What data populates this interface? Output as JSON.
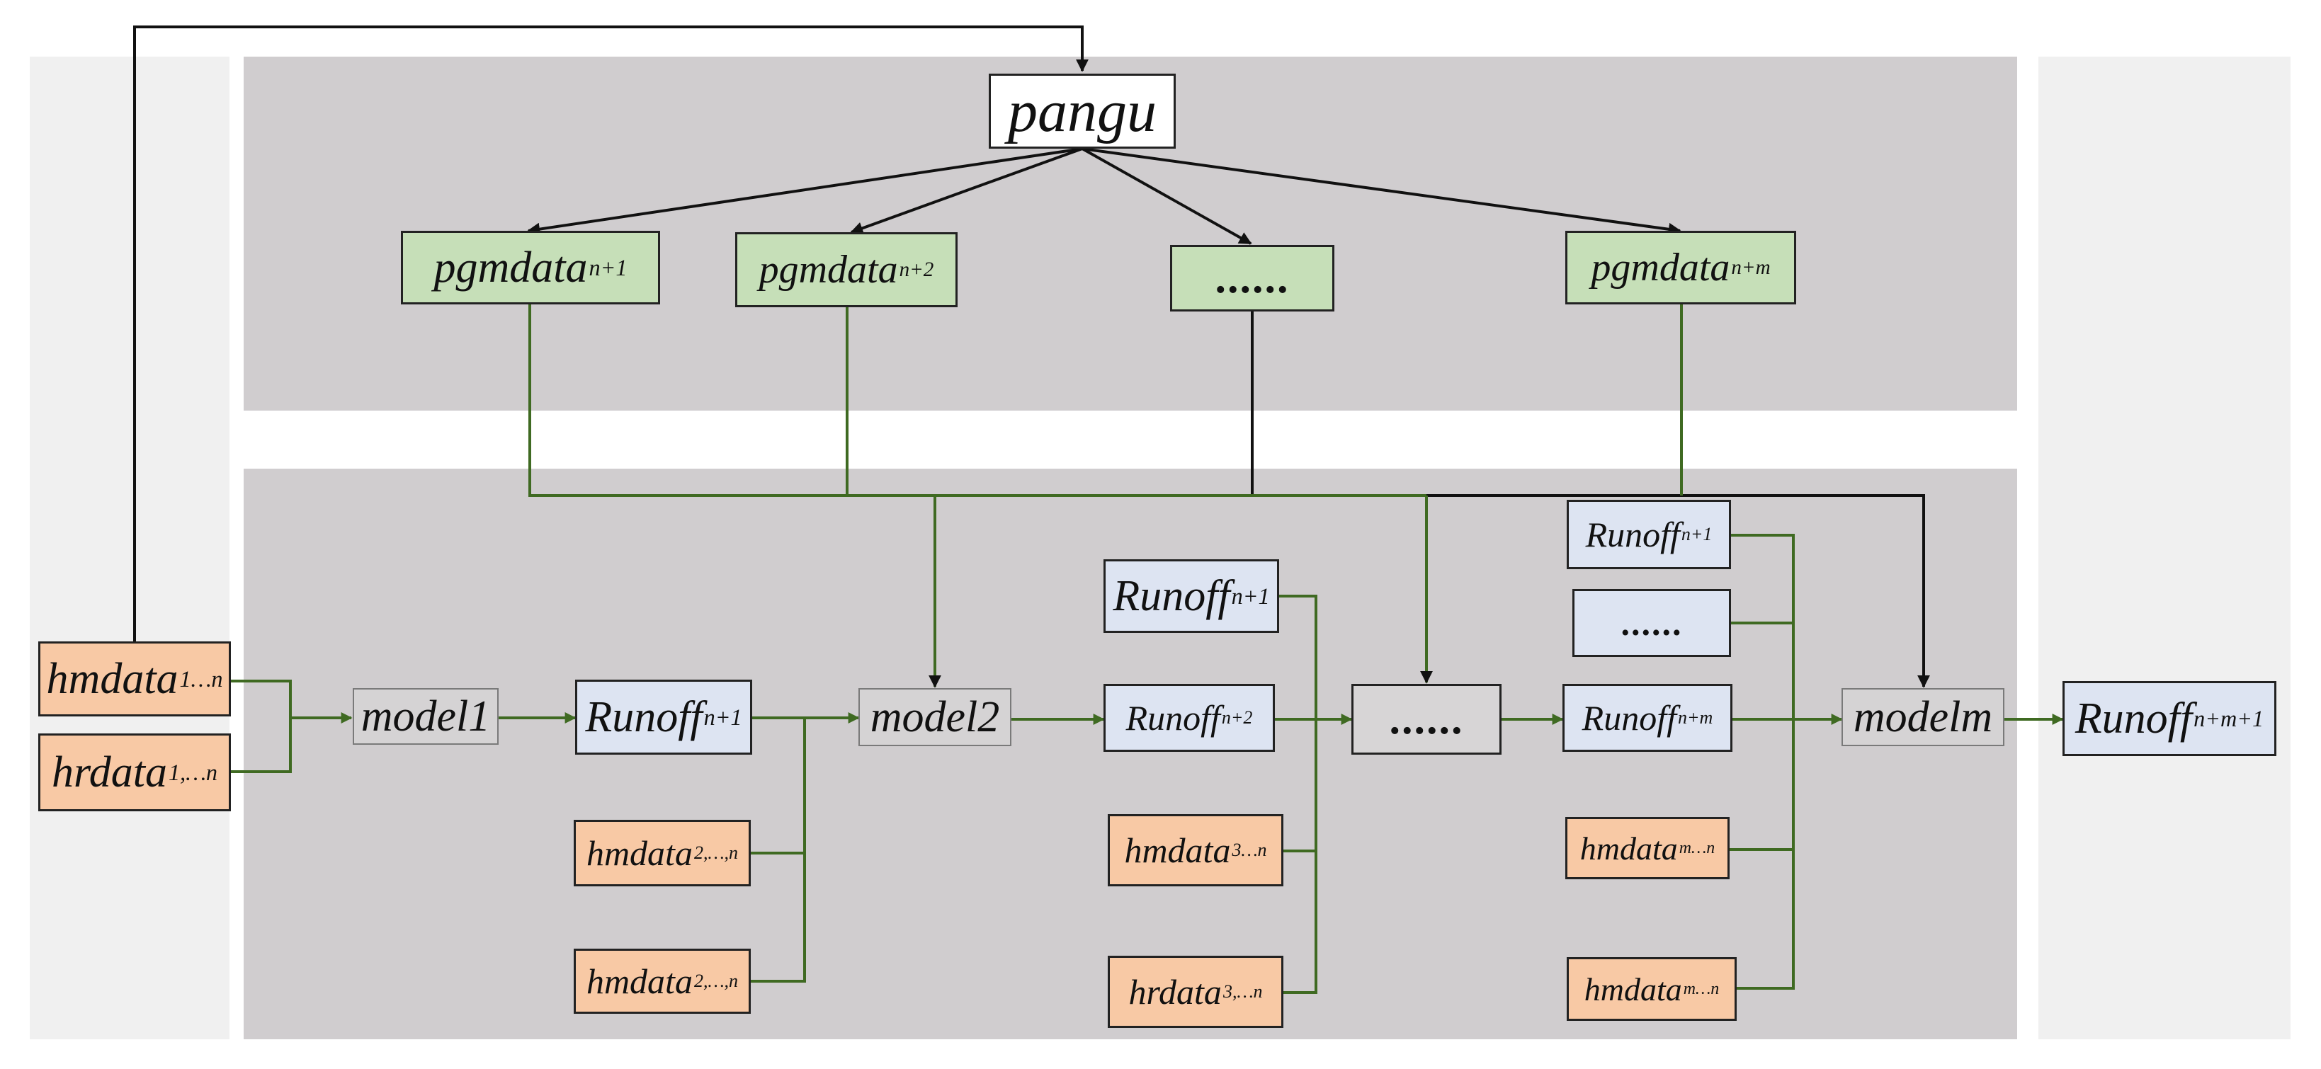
{
  "nodes": {
    "pangu": "pangu",
    "pgm1_main": "pgmdata",
    "pgm1_sub": "n+1",
    "pgm2_main": "pgmdata",
    "pgm2_sub": "n+2",
    "pgm_dots": "......",
    "pgmm_main": "pgmdata",
    "pgmm_sub": "n+m",
    "hm1_main": "hmdata",
    "hm1_sub": "1…n",
    "hr1_main": "hrdata",
    "hr1_sub": "1,…n",
    "model1": "model1",
    "ro1_main": "Runoff",
    "ro1_sub": "n+1",
    "hm2a_main": "hmdata",
    "hm2a_sub": "2,…,n",
    "hm2b_main": "hmdata",
    "hm2b_sub": "2,…,n",
    "model2": "model2",
    "ro2top_main": "Runoff",
    "ro2top_sub": "n+1",
    "ro2_main": "Runoff",
    "ro2_sub": "n+2",
    "hm3_main": "hmdata",
    "hm3_sub": "3…n",
    "hr3_main": "hrdata",
    "hr3_sub": "3,…n",
    "mid_dots": "......",
    "rom1_main": "Runoff",
    "rom1_sub": "n+1",
    "rom_dots": "......",
    "rom_main": "Runoff",
    "rom_sub": "n+m",
    "hmm1_main": "hmdata",
    "hmm1_sub": "m…n",
    "hmm2_main": "hmdata",
    "hmm2_sub": "m…n",
    "modelm": "modelm",
    "final_main": "Runoff",
    "final_sub": "n+m+1"
  },
  "colors": {
    "green_fill": "#c6dfb8",
    "blue_fill": "#dde4f2",
    "orange_fill": "#f8c9a5",
    "panel_gray": "#d0cdcf",
    "side_gray": "#f0f0f0",
    "green_line": "#3f6a22",
    "black_line": "#111111"
  }
}
